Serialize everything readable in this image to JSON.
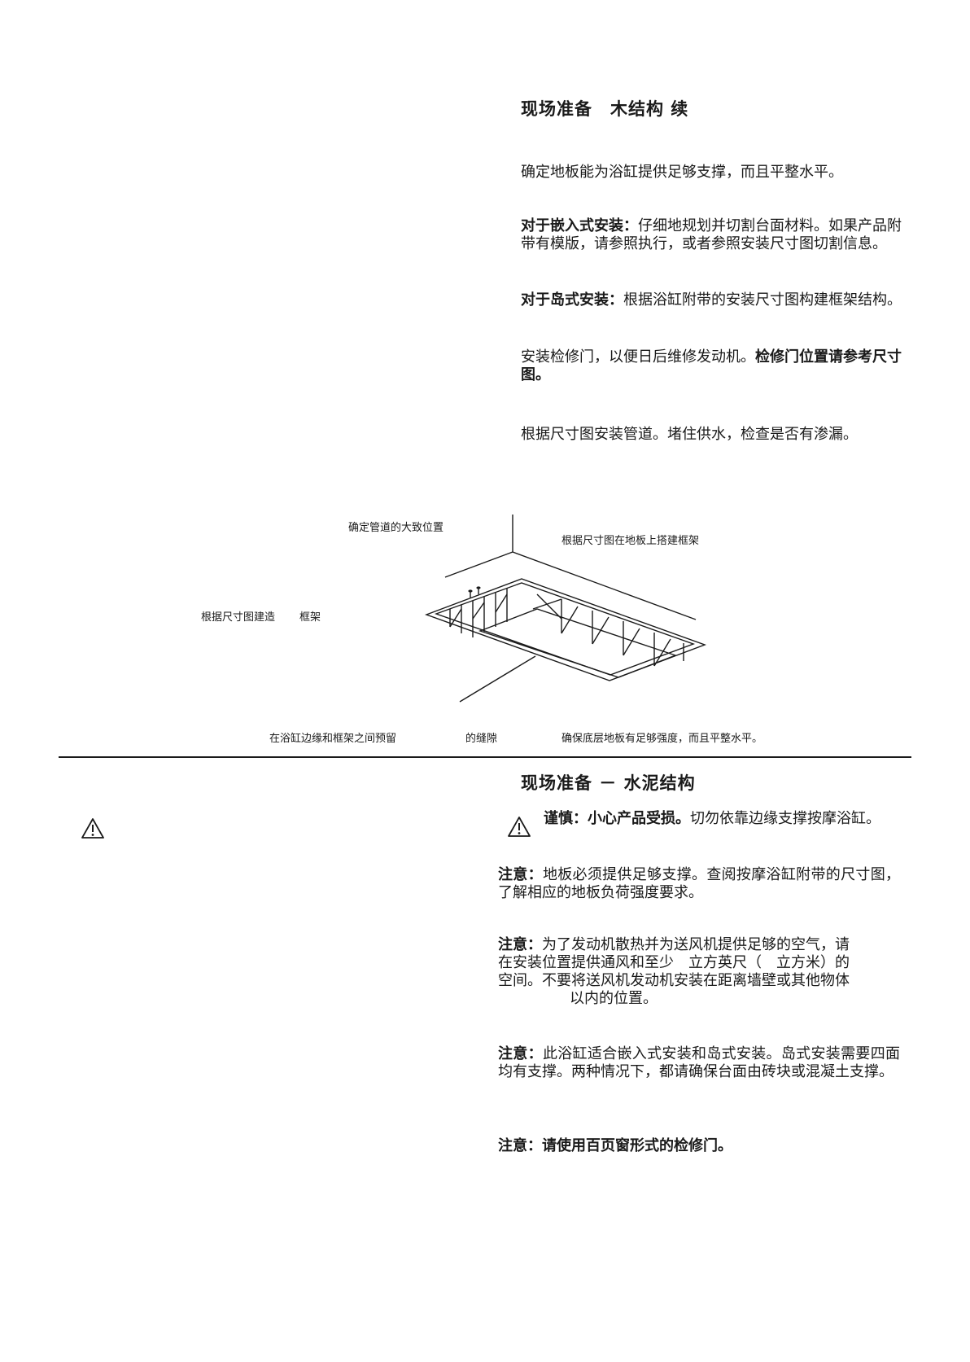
{
  "section_wood": {
    "title": "现场准备　木结构 续",
    "p1": "确定地板能为浴缸提供足够支撑，而且平整水平。",
    "p2_lead": "对于嵌入式安装：",
    "p2_body": "仔细地规划并切割台面材料。如果产品附带有模版，请参照执行，或者参照安装尺寸图切割信息。",
    "p3_lead": "对于岛式安装：",
    "p3_body": "根据浴缸附带的安装尺寸图构建框架结构。",
    "p4_body": "安装检修门，以便日后维修发动机。",
    "p4_bold": "检修门位置请参考尺寸图。",
    "p5": "根据尺寸图安装管道。堵住供水，检查是否有渗漏。"
  },
  "figure": {
    "label_pipes": "确定管道的大致位置",
    "label_build_frame": "根据尺寸图在地板上搭建框架",
    "label_frame_left_a": "根据尺寸图建造",
    "label_frame_left_b": "框架",
    "label_gap_a": "在浴缸边缘和框架之间预留",
    "label_gap_b": "的缝隙",
    "label_subfloor": "确保底层地板有足够强度，而且平整水平。"
  },
  "section_concrete": {
    "title": "现场准备 － 水泥结构",
    "caution_lead": "谨慎：小心产品受损。",
    "caution_body": "切勿依靠边缘支撑按摩浴缸。",
    "note1_lead": "注意：",
    "note1_body": "地板必须提供足够支撑。查阅按摩浴缸附带的尺寸图，了解相应的地板负荷强度要求。",
    "note2_lead": "注意：",
    "note2_l1": "为了发动机散热并为送风机提供足够的空气，请",
    "note2_l2": "在安装位置提供通风和至少　立方英尺（　立方米）的",
    "note2_l3": "空间。不要将送风机发动机安装在距离墙壁或其他物体",
    "note2_l4": "以内的位置。",
    "note3_lead": "注意：",
    "note3_body": "此浴缸适合嵌入式安装和岛式安装。岛式安装需要四面均有支撑。两种情况下，都请确保台面由砖块或混凝土支撑。",
    "note4_lead": "注意：",
    "note4_body": "请使用百页窗形式的检修门。"
  },
  "icons": {
    "warning": "warning-triangle-icon",
    "caution": "warning-triangle-icon"
  }
}
